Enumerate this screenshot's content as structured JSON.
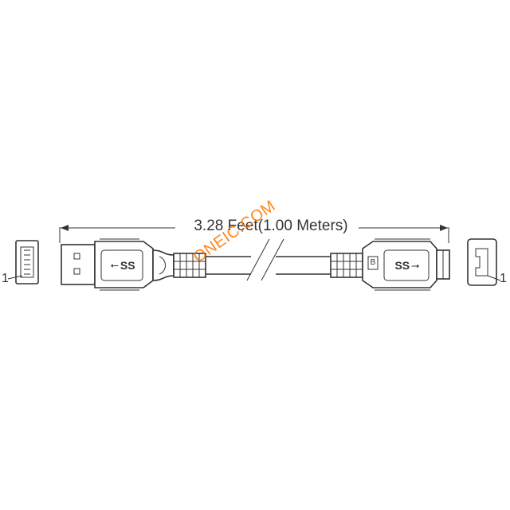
{
  "dimension": {
    "label": "3.28 Feet(1.00 Meters)"
  },
  "pins": {
    "left": "1",
    "right": "1"
  },
  "connectors": {
    "left_logo": "SS",
    "right_logo": "SS",
    "right_tag": "B"
  },
  "watermark": "ONEIC.COM",
  "colors": {
    "line": "#333333",
    "watermark": "#ff7a00"
  },
  "icons": [
    "usb-trident-icon"
  ]
}
